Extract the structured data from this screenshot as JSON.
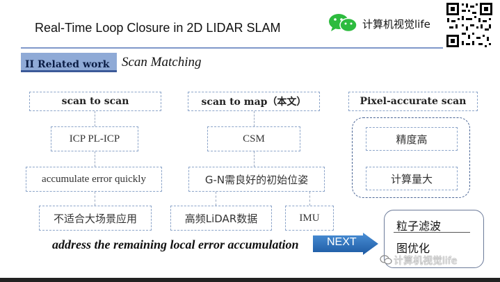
{
  "slide": {
    "title": "Real-Time Loop Closure in 2D LIDAR SLAM",
    "brand_text": "计算机视觉life",
    "section_label": "II Related work",
    "section_subtitle": "Scan Matching"
  },
  "columns": {
    "scan_to_scan": {
      "header": "scan to scan",
      "items": [
        "ICP    PL-ICP",
        "accumulate error quickly",
        "不适合大场景应用"
      ]
    },
    "scan_to_map": {
      "header": "scan to map（本文）",
      "items": [
        "CSM",
        "G-N需良好的初始位姿"
      ],
      "bottom": [
        "高频LiDAR数据",
        "IMU"
      ]
    },
    "pixel_accurate": {
      "header": "Pixel-accurate scan",
      "items": [
        "精度高",
        "计算量大"
      ]
    }
  },
  "footer": {
    "address_text": "address the remaining local error accumulation",
    "next_label": "NEXT",
    "next_items": [
      "粒子滤波",
      "图优化"
    ],
    "watermark": "计算机视觉life"
  },
  "colors": {
    "box_border": "#8ba4c9",
    "section_band": "#8faad6",
    "next_arrow": "#2e6fb8"
  },
  "icons": {
    "brand": "wechat-icon",
    "qr": "qr-code-icon",
    "arrow": "next-arrow-icon"
  }
}
